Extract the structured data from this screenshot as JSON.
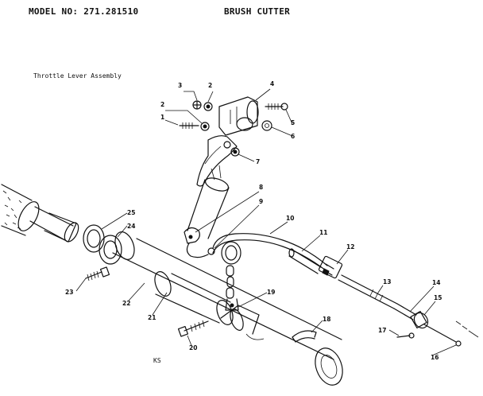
{
  "header": {
    "model_label": "MODEL NO: 271.281510",
    "title": "BRUSH CUTTER"
  },
  "subtitle": "Throttle Lever Assembly",
  "page_code": "KS",
  "callouts": [
    {
      "id": "c3",
      "number": "3"
    },
    {
      "id": "c2a",
      "number": "2"
    },
    {
      "id": "c4",
      "number": "4"
    },
    {
      "id": "c2b",
      "number": "2"
    },
    {
      "id": "c1",
      "number": "1"
    },
    {
      "id": "c5",
      "number": "5"
    },
    {
      "id": "c6",
      "number": "6"
    },
    {
      "id": "c7",
      "number": "7"
    },
    {
      "id": "c8",
      "number": "8"
    },
    {
      "id": "c9",
      "number": "9"
    },
    {
      "id": "c10",
      "number": "10"
    },
    {
      "id": "c11",
      "number": "11"
    },
    {
      "id": "c12",
      "number": "12"
    },
    {
      "id": "c13",
      "number": "13"
    },
    {
      "id": "c14",
      "number": "14"
    },
    {
      "id": "c15",
      "number": "15"
    },
    {
      "id": "c16",
      "number": "16"
    },
    {
      "id": "c17",
      "number": "17"
    },
    {
      "id": "c18",
      "number": "18"
    },
    {
      "id": "c19",
      "number": "19"
    },
    {
      "id": "c20",
      "number": "20"
    },
    {
      "id": "c21",
      "number": "21"
    },
    {
      "id": "c22",
      "number": "22"
    },
    {
      "id": "c23",
      "number": "23"
    },
    {
      "id": "c24",
      "number": "24"
    },
    {
      "id": "c25",
      "number": "25"
    }
  ]
}
